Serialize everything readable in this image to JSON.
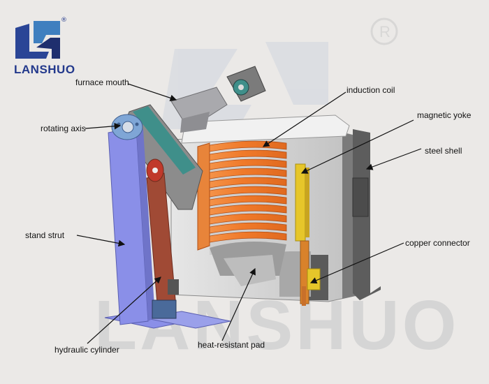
{
  "brand": {
    "name": "LANSHUO",
    "watermark_text": "LANSHUO",
    "registered_mark": "®",
    "colors": {
      "logo_blue": "#2a4596",
      "logo_dark": "#1f2f6e",
      "watermark": "#c9c9c9"
    }
  },
  "labels": {
    "furnace_mouth": "furnace mouth",
    "induction_coil": "induction coil",
    "rotating_axis": "rotating axis",
    "magnetic_yoke": "magnetic yoke",
    "steel_shell": "steel shell",
    "stand_strut": "stand strut",
    "copper_connector": "copper connector",
    "hydraulic_cylinder": "hydraulic cylinder",
    "heat_resistant_pad": "heat-resistant pad"
  },
  "colors": {
    "coil": "#f07a2a",
    "strut": "#8a8fe8",
    "cylinder": "#a04a35",
    "yoke": "#e6c62a",
    "shell": "#d6d6d6",
    "shell_dark": "#6a6a6a",
    "teal": "#3f8f8a"
  }
}
